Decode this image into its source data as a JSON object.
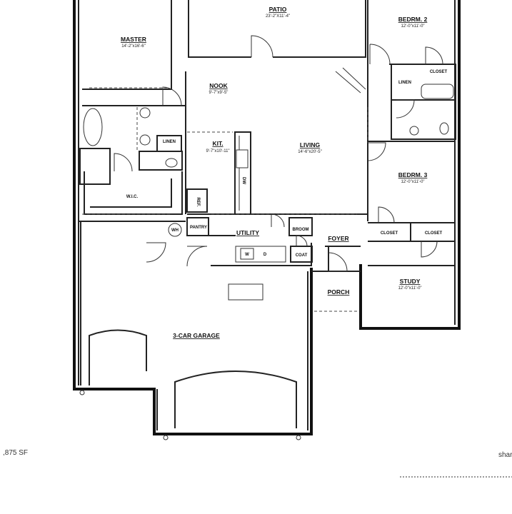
{
  "rooms": {
    "patio": {
      "name": "PATIO",
      "dim": "23'-2\"X11'-4\""
    },
    "bedrm2": {
      "name": "BEDRM. 2",
      "dim": "12'-0\"x11'-0\""
    },
    "master": {
      "name": "MASTER",
      "dim": "14'-2\"x16'-6\""
    },
    "nook": {
      "name": "NOOK",
      "dim": "9'-7\"x9'-5\""
    },
    "kit": {
      "name": "KIT.",
      "dim": "9'-7\"x10'-11\""
    },
    "living": {
      "name": "LIVING",
      "dim": "14'-6\"x20'-5\""
    },
    "bedrm3": {
      "name": "BEDRM. 3",
      "dim": "12'-0\"x11'-0\""
    },
    "utility": {
      "name": "UTILITY"
    },
    "foyer": {
      "name": "FOYER"
    },
    "porch": {
      "name": "PORCH"
    },
    "study": {
      "name": "STUDY",
      "dim": "12'-0\"x11'-0\""
    },
    "garage": {
      "name": "3-CAR GARAGE"
    }
  },
  "small_labels": {
    "closet_bed2": "CLOSET",
    "linen_bath": "LINEN",
    "linen_master": "LINEN",
    "wic": "W.I.C.",
    "pantry": "PANTRY",
    "broom": "BROOM",
    "coat": "COAT",
    "closet_bed3_left": "CLOSET",
    "closet_bed3_right": "CLOSET",
    "wh": "WH",
    "ref": "REF.",
    "dw": "DW",
    "washer": "W",
    "dryer": "D"
  },
  "footer": {
    "square_feet": ",875 SF",
    "right_text": "shar"
  }
}
